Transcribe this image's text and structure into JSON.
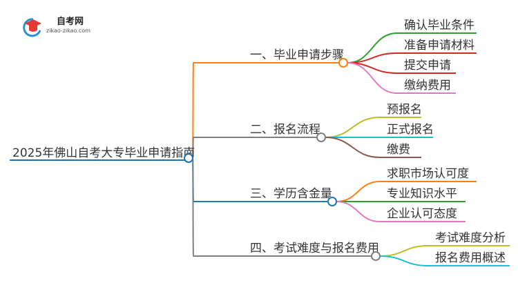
{
  "logo": {
    "title": "自考网",
    "url": "zikao-zikao.com"
  },
  "root": {
    "label": "2025年佛山自考大专毕业申请指南",
    "color": "#1f6fb5"
  },
  "branches": [
    {
      "label": "一、毕业申请步骤",
      "color": "#ff7f0e",
      "children": [
        {
          "label": "确认毕业条件",
          "color": "#2ca02c"
        },
        {
          "label": "准备申请材料",
          "color": "#d62728"
        },
        {
          "label": "提交申请",
          "color": "#d62728"
        },
        {
          "label": "缴纳费用",
          "color": "#e377c2"
        }
      ]
    },
    {
      "label": "二、报名流程",
      "color": "#7f7f7f",
      "children": [
        {
          "label": "预报名",
          "color": "#bcbd22"
        },
        {
          "label": "正式报名",
          "color": "#17becf"
        },
        {
          "label": "缴费",
          "color": "#8c564b"
        }
      ]
    },
    {
      "label": "三、学历含金量",
      "color": "#1f77b4",
      "children": [
        {
          "label": "求职市场认可度",
          "color": "#ff7f0e"
        },
        {
          "label": "专业知识水平",
          "color": "#2ca02c"
        },
        {
          "label": "企业认可态度",
          "color": "#e377c2"
        }
      ]
    },
    {
      "label": "四、考试难度与报名费用",
      "color": "#7f7f7f",
      "children": [
        {
          "label": "考试难度分析",
          "color": "#bcbd22"
        },
        {
          "label": "报名费用概述",
          "color": "#17becf"
        }
      ]
    }
  ]
}
